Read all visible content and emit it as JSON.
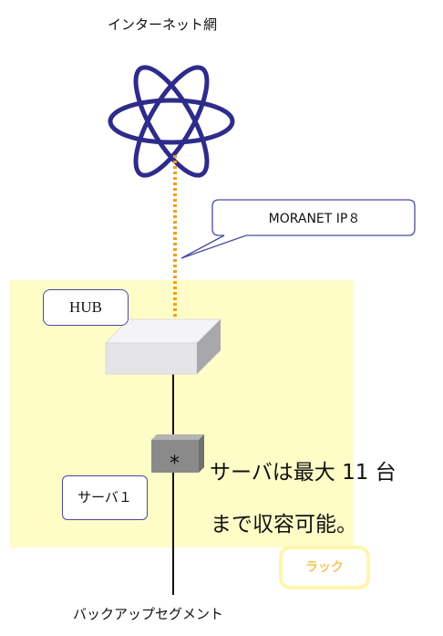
{
  "internet": {
    "label": "インターネット網"
  },
  "callout": {
    "text": "MORANET IP８"
  },
  "hub": {
    "label": "HUB"
  },
  "server": {
    "label": "サーバ１",
    "marker": "*"
  },
  "note": {
    "line1": "サーバは最大 11 台",
    "line2": "まで収容可能。"
  },
  "rack": {
    "label": "ラック"
  },
  "segment": {
    "label": "バックアップセグメント"
  },
  "colors": {
    "rack_background": "#fffdc7",
    "atom_stroke": "#2e2c8a",
    "uplink_dots": "#f0a020",
    "box_border": "#4a4aa0",
    "rack_label_text": "#f7c55a",
    "hub_face": "#e5e5e8",
    "server_face": "#8a8a8a"
  }
}
